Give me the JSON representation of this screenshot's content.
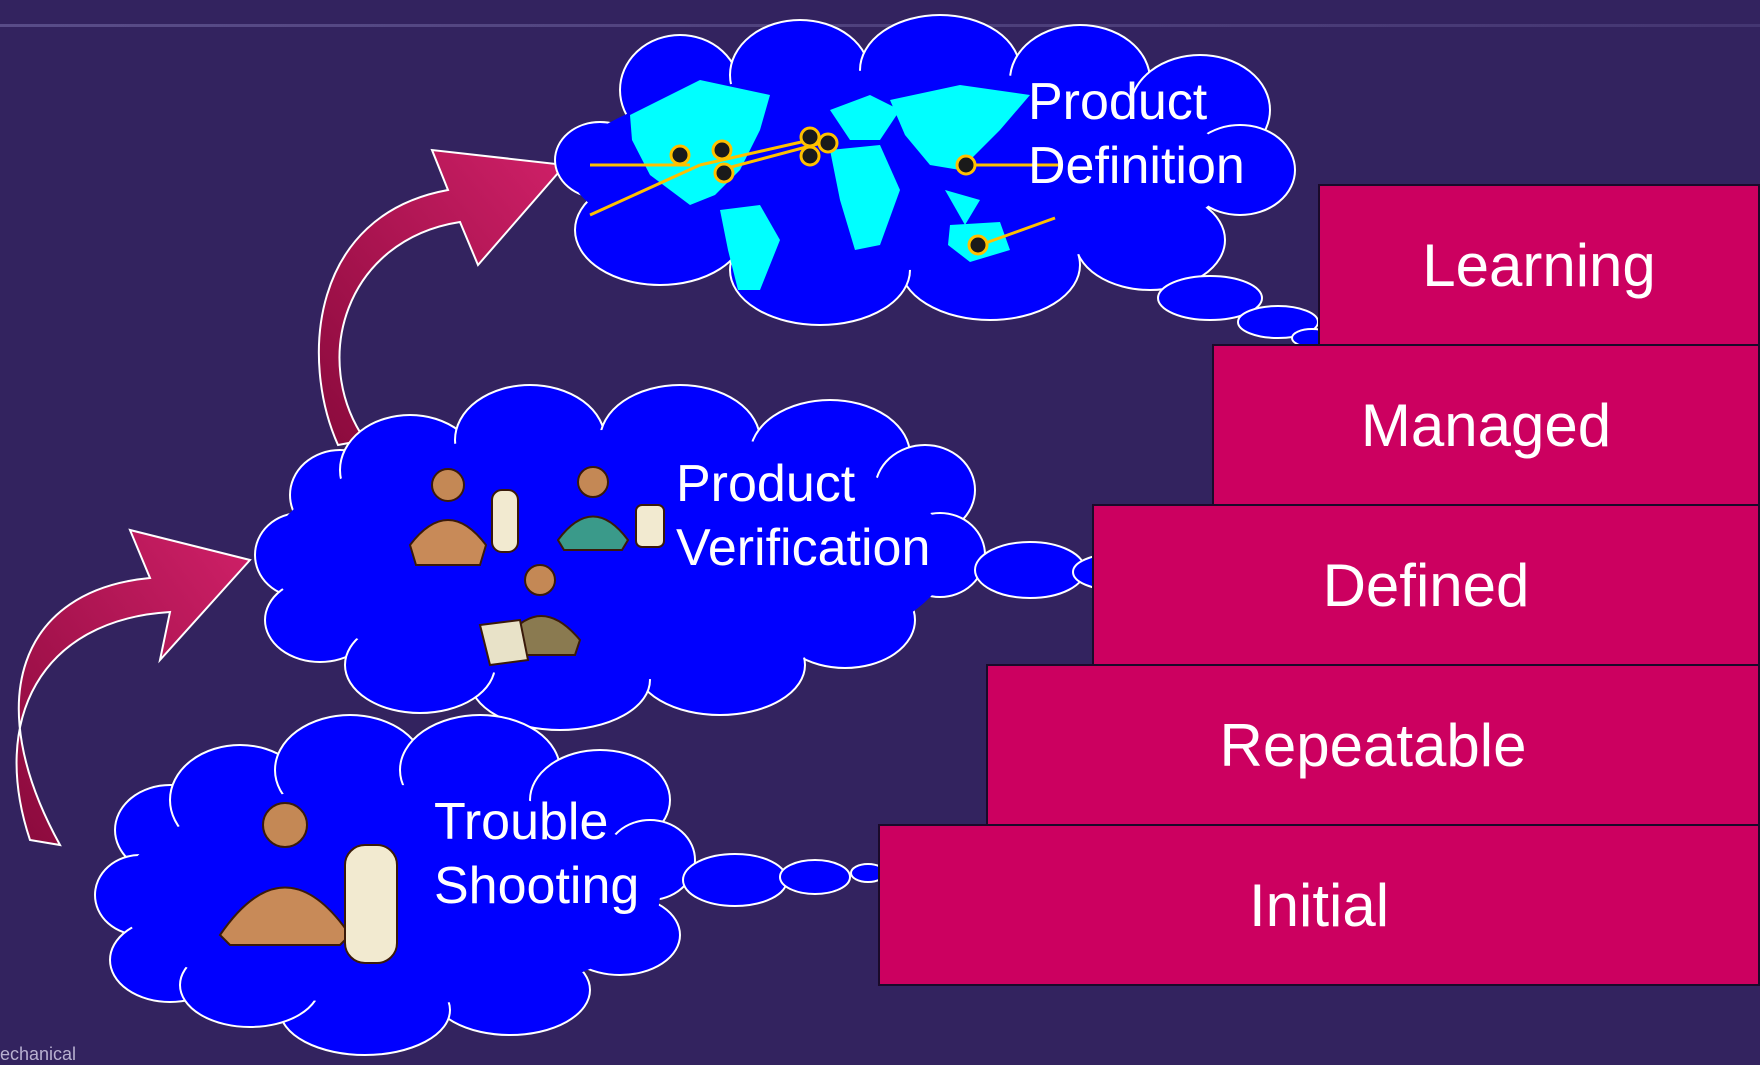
{
  "steps": [
    {
      "label": "Learning"
    },
    {
      "label": "Managed"
    },
    {
      "label": "Defined"
    },
    {
      "label": "Repeatable"
    },
    {
      "label": "Initial"
    }
  ],
  "clouds": {
    "definition": {
      "line1": "Product",
      "line2": "Definition",
      "icon": "world-map-icon"
    },
    "verification": {
      "line1": "Product",
      "line2": "Verification",
      "icon": "people-at-computers-icon"
    },
    "troubleshooting": {
      "line1": "Trouble",
      "line2": "Shooting",
      "icon": "person-at-computer-icon"
    }
  },
  "footer": {
    "text": "echanical"
  },
  "colors": {
    "background": "#33235f",
    "cloud": "#0000ff",
    "step": "#cc0060",
    "arrow": "#b8104e",
    "map": "#00ffff"
  }
}
